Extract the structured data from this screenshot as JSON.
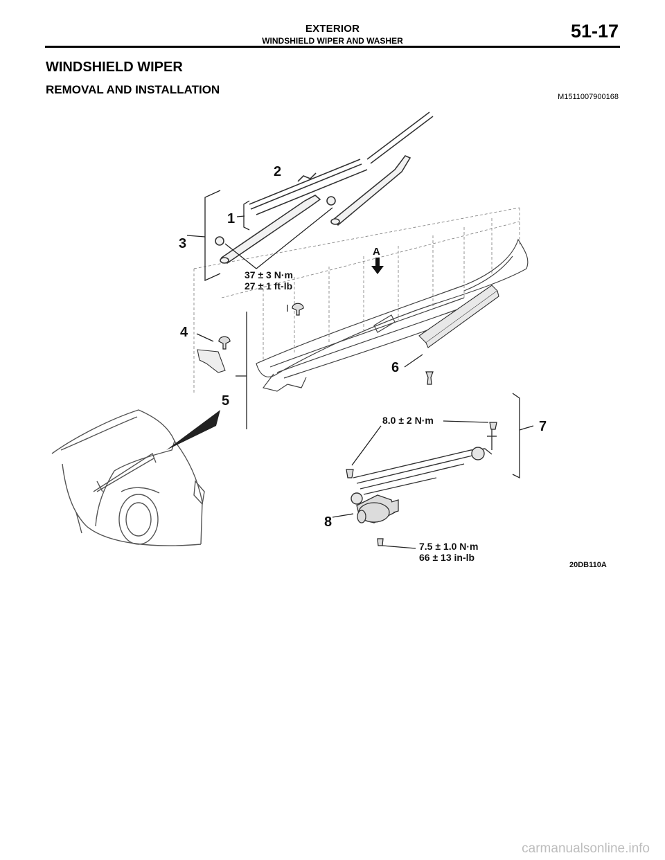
{
  "header": {
    "section": "EXTERIOR",
    "subsection": "WINDSHIELD WIPER AND WASHER",
    "page_number": "51-17"
  },
  "title": "WINDSHIELD WIPER",
  "subtitle": "REMOVAL AND INSTALLATION",
  "doc_code": "M1511007900168",
  "figure": {
    "callouts": [
      "1",
      "2",
      "3",
      "4",
      "5",
      "6",
      "7",
      "8"
    ],
    "view_label": "A",
    "torque_arm_nm": "37 ± 3 N·m",
    "torque_arm_ftlb": "27 ± 1 ft-lb",
    "torque_linkage_nm": "8.0 ± 2 N·m",
    "torque_motor_nm": "7.5 ± 1.0 N·m",
    "torque_motor_inlb": "66 ± 13 in-lb",
    "figure_id": "20DB110A"
  },
  "watermark": "carmanualsonline.info"
}
